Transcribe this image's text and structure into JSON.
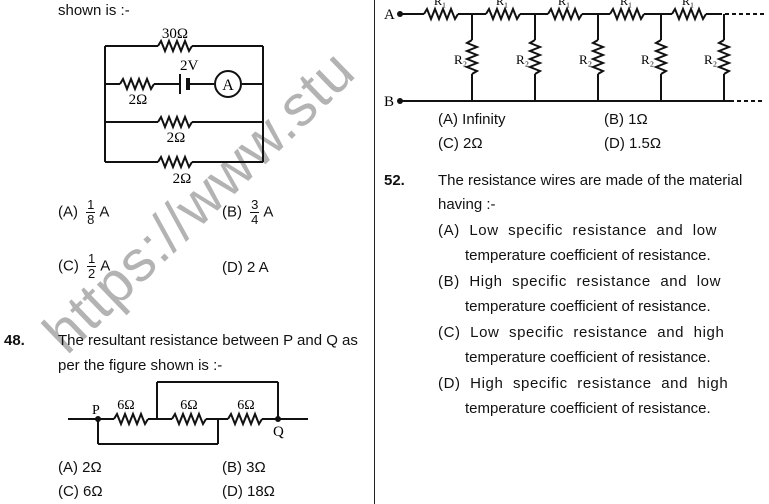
{
  "left": {
    "top_text": "shown is :-",
    "c1": {
      "r_top": "30Ω",
      "battery": "2V",
      "ammeter": "A",
      "r_mid": "2Ω",
      "r_row3": "2Ω",
      "r_row4": "2Ω"
    },
    "q47": {
      "opt_a_label": "(A)",
      "opt_a_num": "1",
      "opt_a_den": "8",
      "opt_a_unit": "A",
      "opt_b_label": "(B)",
      "opt_b_num": "3",
      "opt_b_den": "4",
      "opt_b_unit": "A",
      "opt_c_label": "(C)",
      "opt_c_num": "1",
      "opt_c_den": "2",
      "opt_c_unit": "A",
      "opt_d": "(D) 2 A"
    },
    "q48": {
      "number": "48.",
      "line1": "The resultant resistance between P and Q as",
      "line2": "per the figure shown is :-",
      "r1": "6Ω",
      "r2": "6Ω",
      "r3": "6Ω",
      "p": "P",
      "q": "Q",
      "opt_a": "(A) 2Ω",
      "opt_b": "(B) 3Ω",
      "opt_c": "(C) 6Ω",
      "opt_d": "(D) 18Ω"
    }
  },
  "right": {
    "ladder": {
      "a": "A",
      "b": "B",
      "r1": "R₁",
      "r2": "R₂"
    },
    "q51_opts": {
      "a": "(A) Infinity",
      "b": "(B) 1Ω",
      "c": "(C) 2Ω",
      "d": "(D) 1.5Ω"
    },
    "q52": {
      "number": "52.",
      "line1": "The resistance wires are made of the material",
      "line2": "having :-",
      "a1": "(A)  Low  specific  resistance  and  low",
      "a2": "temperature coefficient of resistance.",
      "b1": "(B)  High  specific  resistance  and  low",
      "b2": "temperature coefficient of resistance.",
      "c1": "(C)  Low  specific  resistance  and  high",
      "c2": "temperature coefficient of resistance.",
      "d1": "(D)  High  specific  resistance  and  high",
      "d2": "temperature coefficient of resistance."
    }
  },
  "watermark": "https://www.stu"
}
